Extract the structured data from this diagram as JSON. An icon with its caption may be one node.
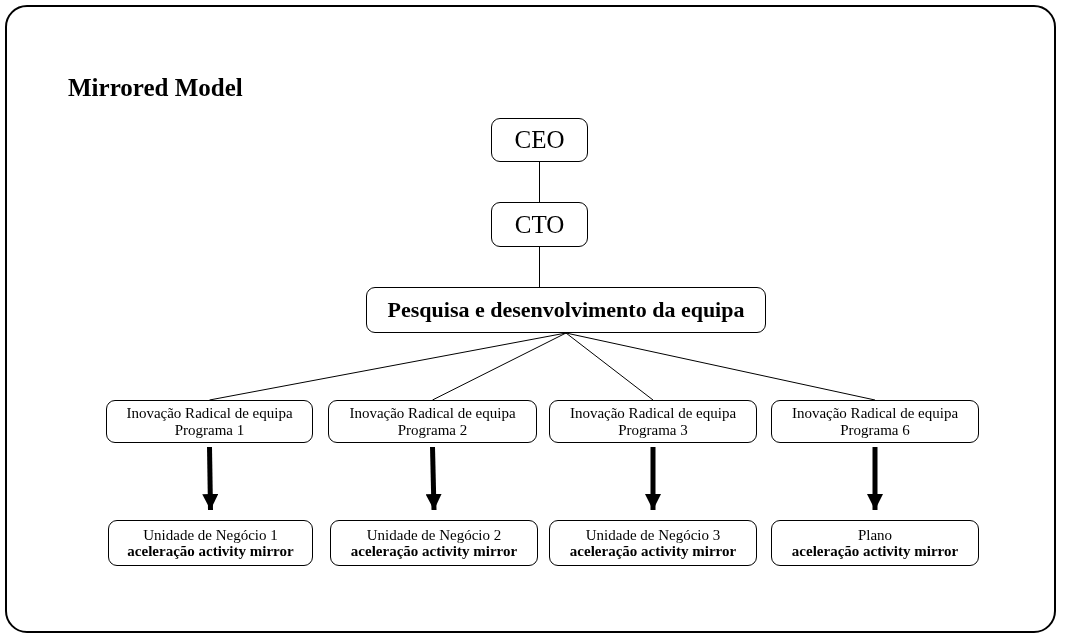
{
  "diagram": {
    "title": "Mirrored Model",
    "nodes": [
      {
        "text": [
          "CEO"
        ]
      },
      {
        "text": [
          "CTO"
        ]
      },
      {
        "text": [
          "Pesquisa e desenvolvimento da equipa"
        ]
      },
      {
        "text": [
          "Inovação Radical de equipa",
          "Programa 1"
        ]
      },
      {
        "text": [
          "Inovação Radical de equipa",
          "Programa 2"
        ]
      },
      {
        "text": [
          "Inovação Radical de equipa",
          "Programa 3"
        ]
      },
      {
        "text": [
          "Inovação Radical de equipa",
          "Programa 6"
        ]
      },
      {
        "text": [
          "Unidade de Negócio 1",
          "aceleração activity mirror"
        ]
      },
      {
        "text": [
          "Unidade de Negócio 2",
          "aceleração activity mirror"
        ]
      },
      {
        "text": [
          "Unidade de Negócio 3",
          "aceleração activity mirror"
        ]
      },
      {
        "text": [
          "Plano",
          "aceleração activity mirror"
        ]
      }
    ],
    "edges": [
      {
        "from": 0,
        "to": 1,
        "arrow": "none"
      },
      {
        "from": 1,
        "to": 2,
        "arrow": "none"
      },
      {
        "from": 2,
        "to": 3,
        "arrow": "none"
      },
      {
        "from": 2,
        "to": 4,
        "arrow": "none"
      },
      {
        "from": 2,
        "to": 5,
        "arrow": "none"
      },
      {
        "from": 2,
        "to": 6,
        "arrow": "none"
      },
      {
        "from": 3,
        "to": 7,
        "arrow": "to",
        "style": "thick"
      },
      {
        "from": 4,
        "to": 8,
        "arrow": "to",
        "style": "thick"
      },
      {
        "from": 5,
        "to": 9,
        "arrow": "to",
        "style": "thick"
      },
      {
        "from": 6,
        "to": 10,
        "arrow": "to",
        "style": "thick"
      }
    ]
  }
}
